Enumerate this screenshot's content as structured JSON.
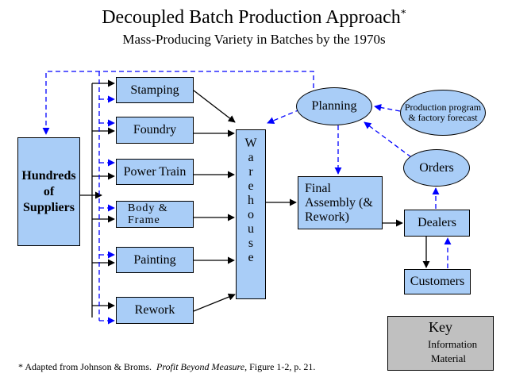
{
  "title": {
    "main": "Decoupled Batch Production Approach",
    "asterisk": "*",
    "subtitle": "Mass-Producing Variety in Batches by the 1970s"
  },
  "nodes": {
    "suppliers": "Hundreds of Suppliers",
    "stamping": "Stamping",
    "foundry": "Foundry",
    "power_train": "Power Train",
    "body_frame": "Body & Frame",
    "painting": "Painting",
    "rework": "Rework",
    "warehouse": [
      "W",
      "a",
      "r",
      "e",
      "h",
      "o",
      "u",
      "s",
      "e"
    ],
    "final_assembly": "Final Assembly (& Rework)",
    "dealers": "Dealers",
    "customers": "Customers",
    "planning": "Planning",
    "production_program": "Production program & factory forecast",
    "orders": "Orders"
  },
  "key": {
    "title": "Key",
    "information": "Information",
    "material": "Material"
  },
  "footnote": {
    "before": "* Adapted from Johnson & Broms.  ",
    "book": "Profit Beyond Measure",
    "after": ", Figure 1-2, p. 21."
  },
  "colors": {
    "box_fill": "#a9cdf7",
    "information_line": "#0000ff",
    "material_line": "#000000",
    "key_fill": "#c0c0c0"
  }
}
